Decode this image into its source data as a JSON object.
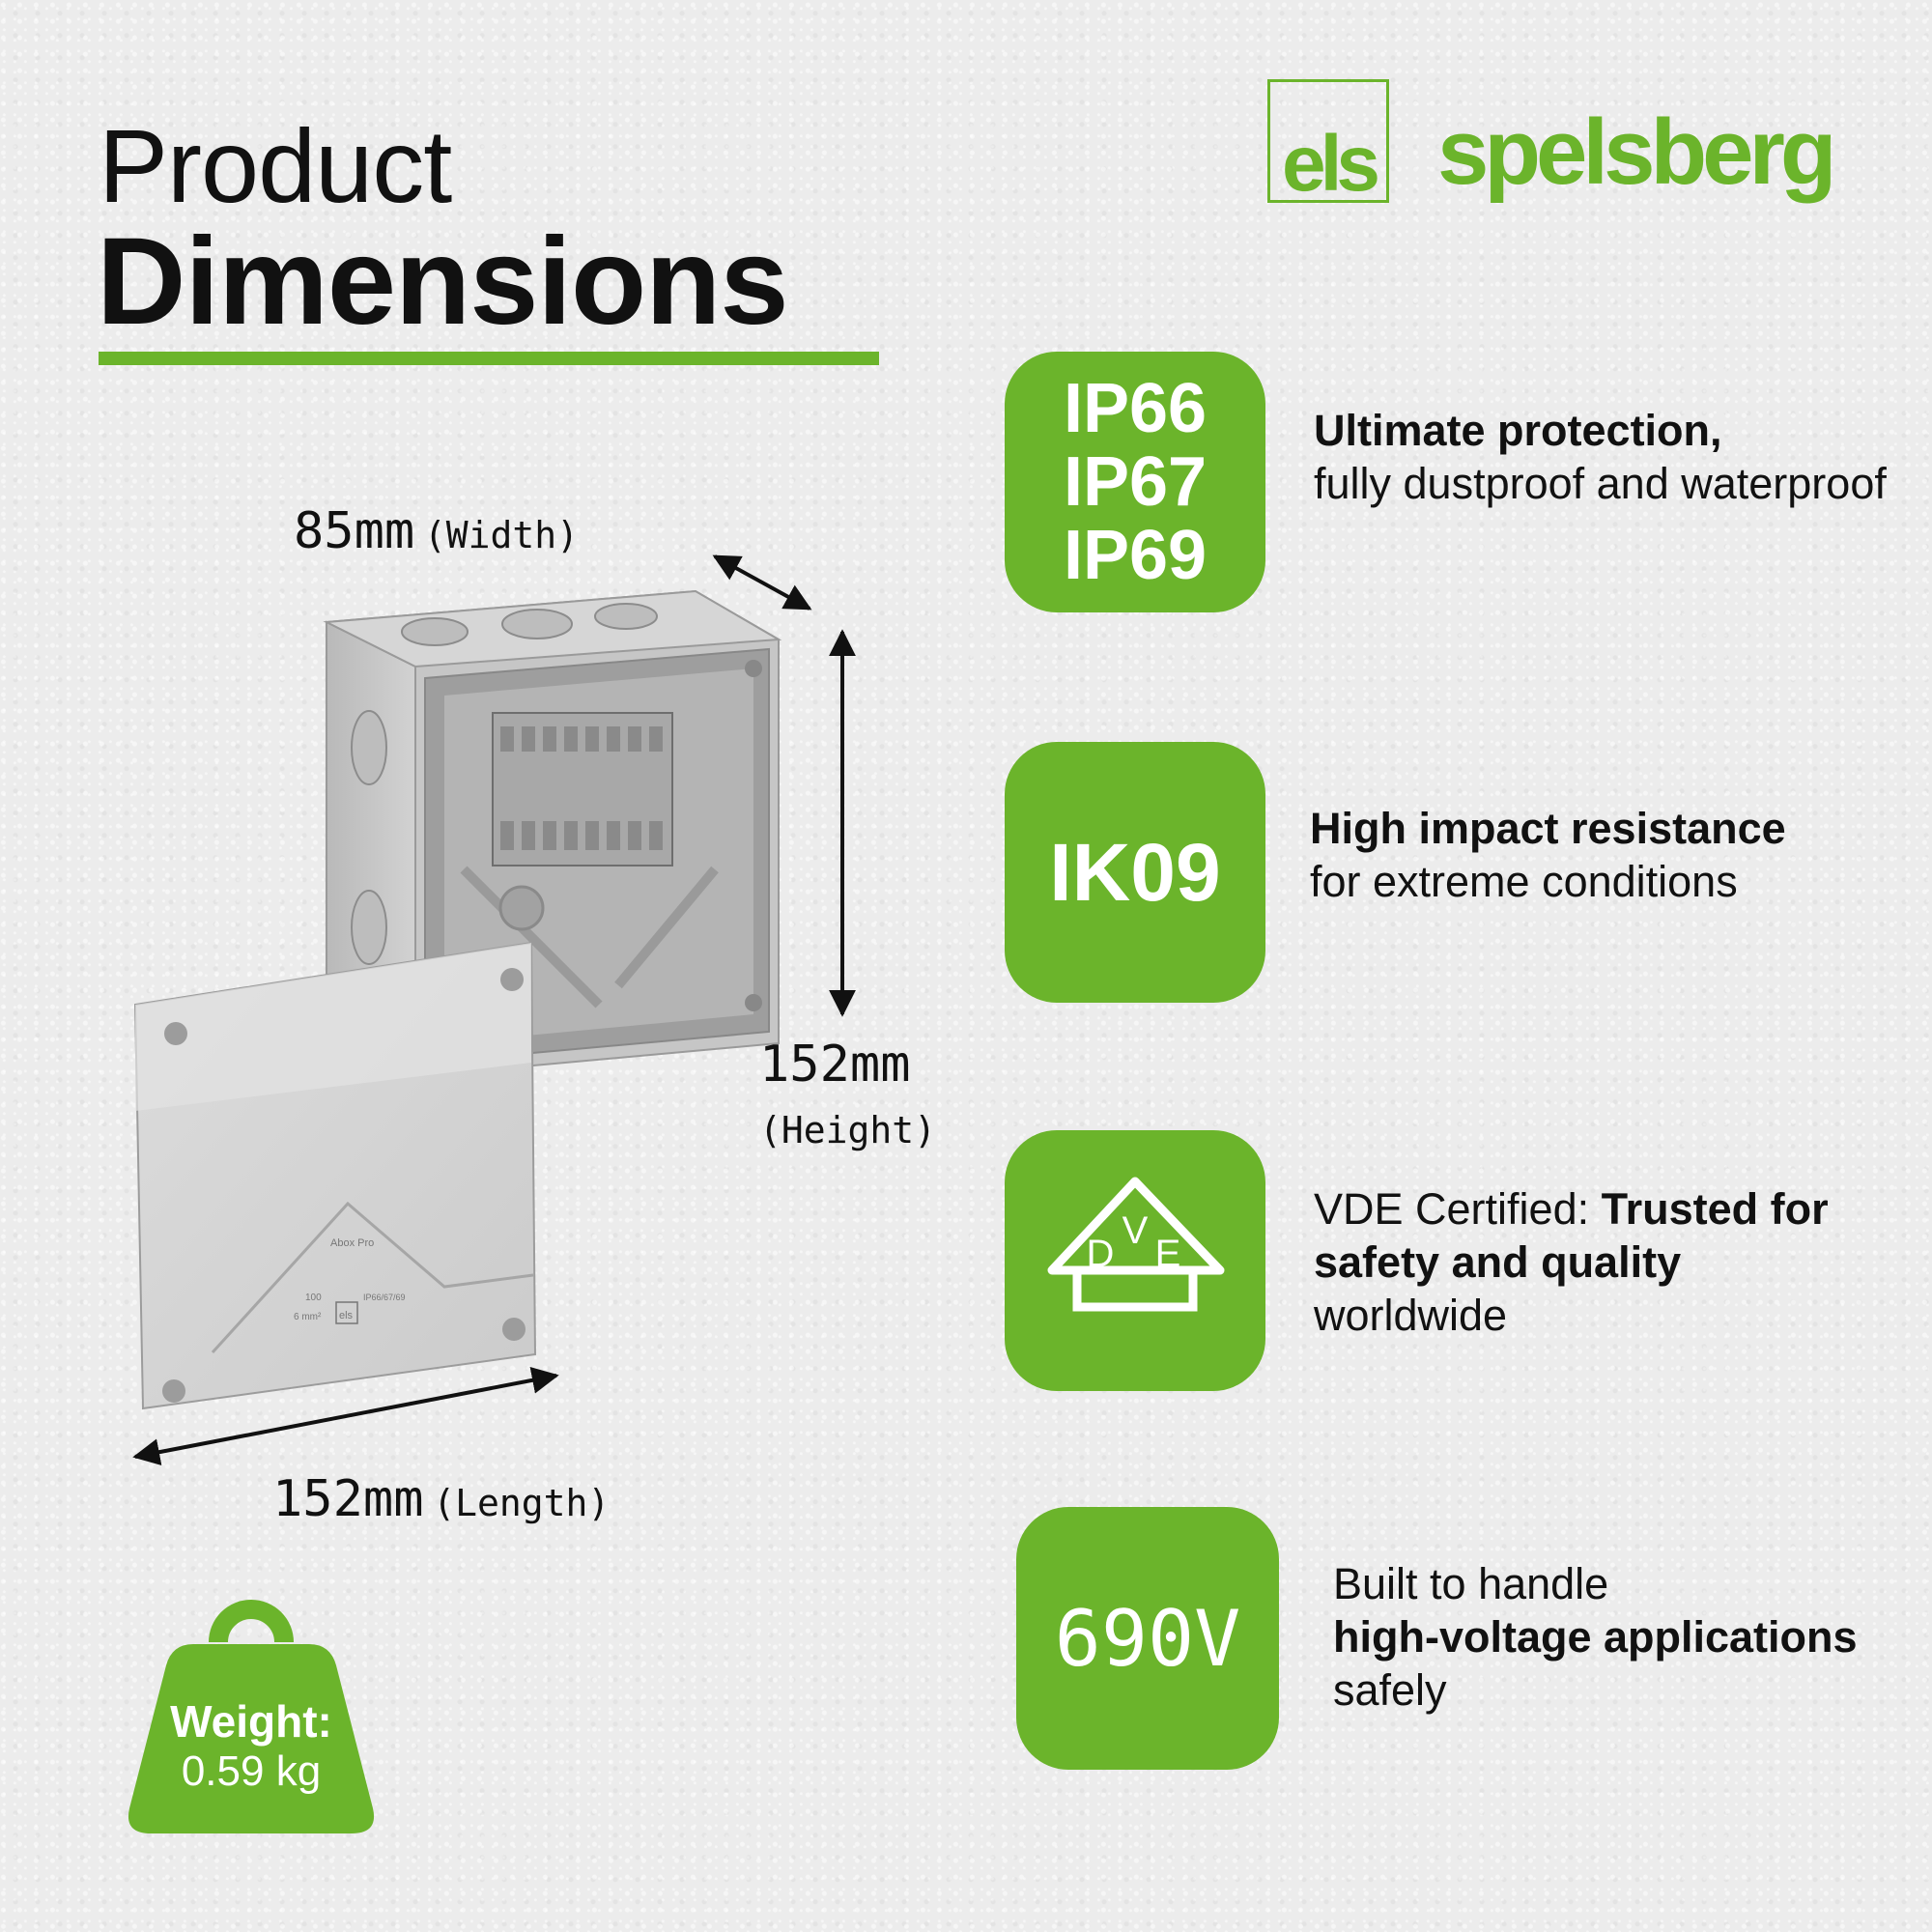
{
  "colors": {
    "accent": "#6bb42b",
    "text": "#111111",
    "background": "#ececec"
  },
  "header": {
    "title_line1": "Product",
    "title_line2": "Dimensions"
  },
  "brand": {
    "logo_small": "els",
    "logo_name": "spelsberg"
  },
  "dimensions": {
    "width_value": "85mm",
    "width_label": "(Width)",
    "height_value": "152mm",
    "height_label": "(Height)",
    "length_value": "152mm",
    "length_label": "(Length)"
  },
  "features": {
    "ip": {
      "badge_lines": [
        "IP66",
        "IP67",
        "IP69"
      ],
      "text_bold": "Ultimate protection,",
      "text_rest": "fully dustproof and waterproof"
    },
    "ik": {
      "badge": "IK09",
      "text_bold": "High impact resistance",
      "text_rest": "for extreme conditions"
    },
    "vde": {
      "badge_letters": [
        "V",
        "D",
        "E"
      ],
      "text_plain": "VDE Certified:",
      "text_bold": "Trusted for safety and quality",
      "text_rest": "worldwide"
    },
    "voltage": {
      "badge": "690V",
      "text_plain": "Built to handle",
      "text_bold": "high-voltage applications",
      "text_rest": "safely"
    }
  },
  "weight": {
    "label": "Weight:",
    "value": "0.59 kg"
  },
  "product_lid": {
    "brand": "Abox Pro",
    "spec_count": "100",
    "spec_size": "6 mm²",
    "logo": "els",
    "rating": "IP66/67/69"
  }
}
